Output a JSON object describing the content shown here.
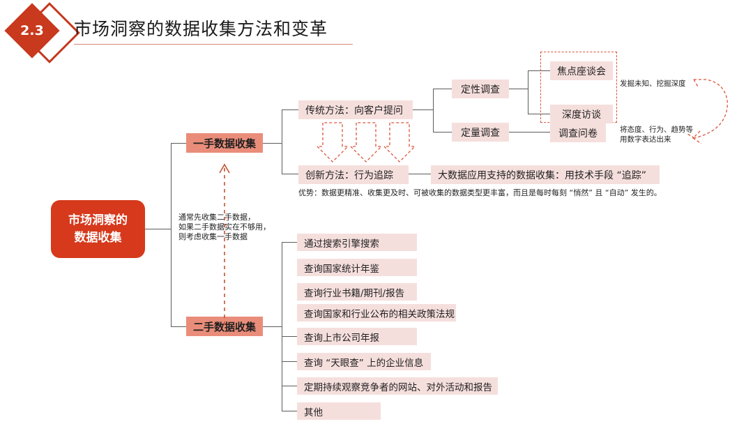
{
  "header": {
    "badge": "2.3",
    "title": "市场洞察的数据收集方法和变革"
  },
  "root": {
    "line1": "市场洞察的",
    "line2": "数据收集"
  },
  "branches": {
    "primary": "一手数据收集",
    "secondary": "二手数据收集"
  },
  "notes": {
    "order_note": "通常先收集二手数据，\n如果二手数据实在不够用，\n则考虑收集一手数据",
    "qualitative_note": "发掘未知、挖掘深度",
    "quantitative_note": "将态度、行为、趋势等\n用数字表达出来",
    "advantage_note": "优势：数据更精准、收集更及时、可被收集的数据类型更丰富，而且是每时每刻 “悄然” 且 “自动” 发生的。"
  },
  "primary_branch": {
    "traditional": "传统方法：向客户提问",
    "innovative": "创新方法：行为追踪",
    "innovative_detail": "大数据应用支持的数据收集：用技术手段 “追踪”",
    "survey_types": [
      {
        "label": "定性调查",
        "children": [
          "焦点座谈会",
          "深度访谈"
        ]
      },
      {
        "label": "定量调查",
        "children": [
          "调查问卷"
        ]
      }
    ]
  },
  "secondary_branch": {
    "items": [
      "通过搜索引擎搜索",
      "查询国家统计年鉴",
      "查询行业书籍/期刊/报告",
      "查询国家和行业公布的相关政策法规",
      "查询上市公司年报",
      "查询 “天眼查” 上的企业信息",
      "定期持续观察竞争者的网站、对外活动和报告",
      "其他"
    ]
  },
  "colors": {
    "brand_red": "#d6391c",
    "salmon": "#e98d7a",
    "pale_pink": "#f5dfdd",
    "dashed_accent": "#d9543a",
    "line_gray": "#5b5b5b"
  },
  "icons": {
    "down_arrow": "down-arrow-icon",
    "up_arrow": "up-arrow-icon",
    "curved_arrow": "curved-arrow-icon"
  }
}
